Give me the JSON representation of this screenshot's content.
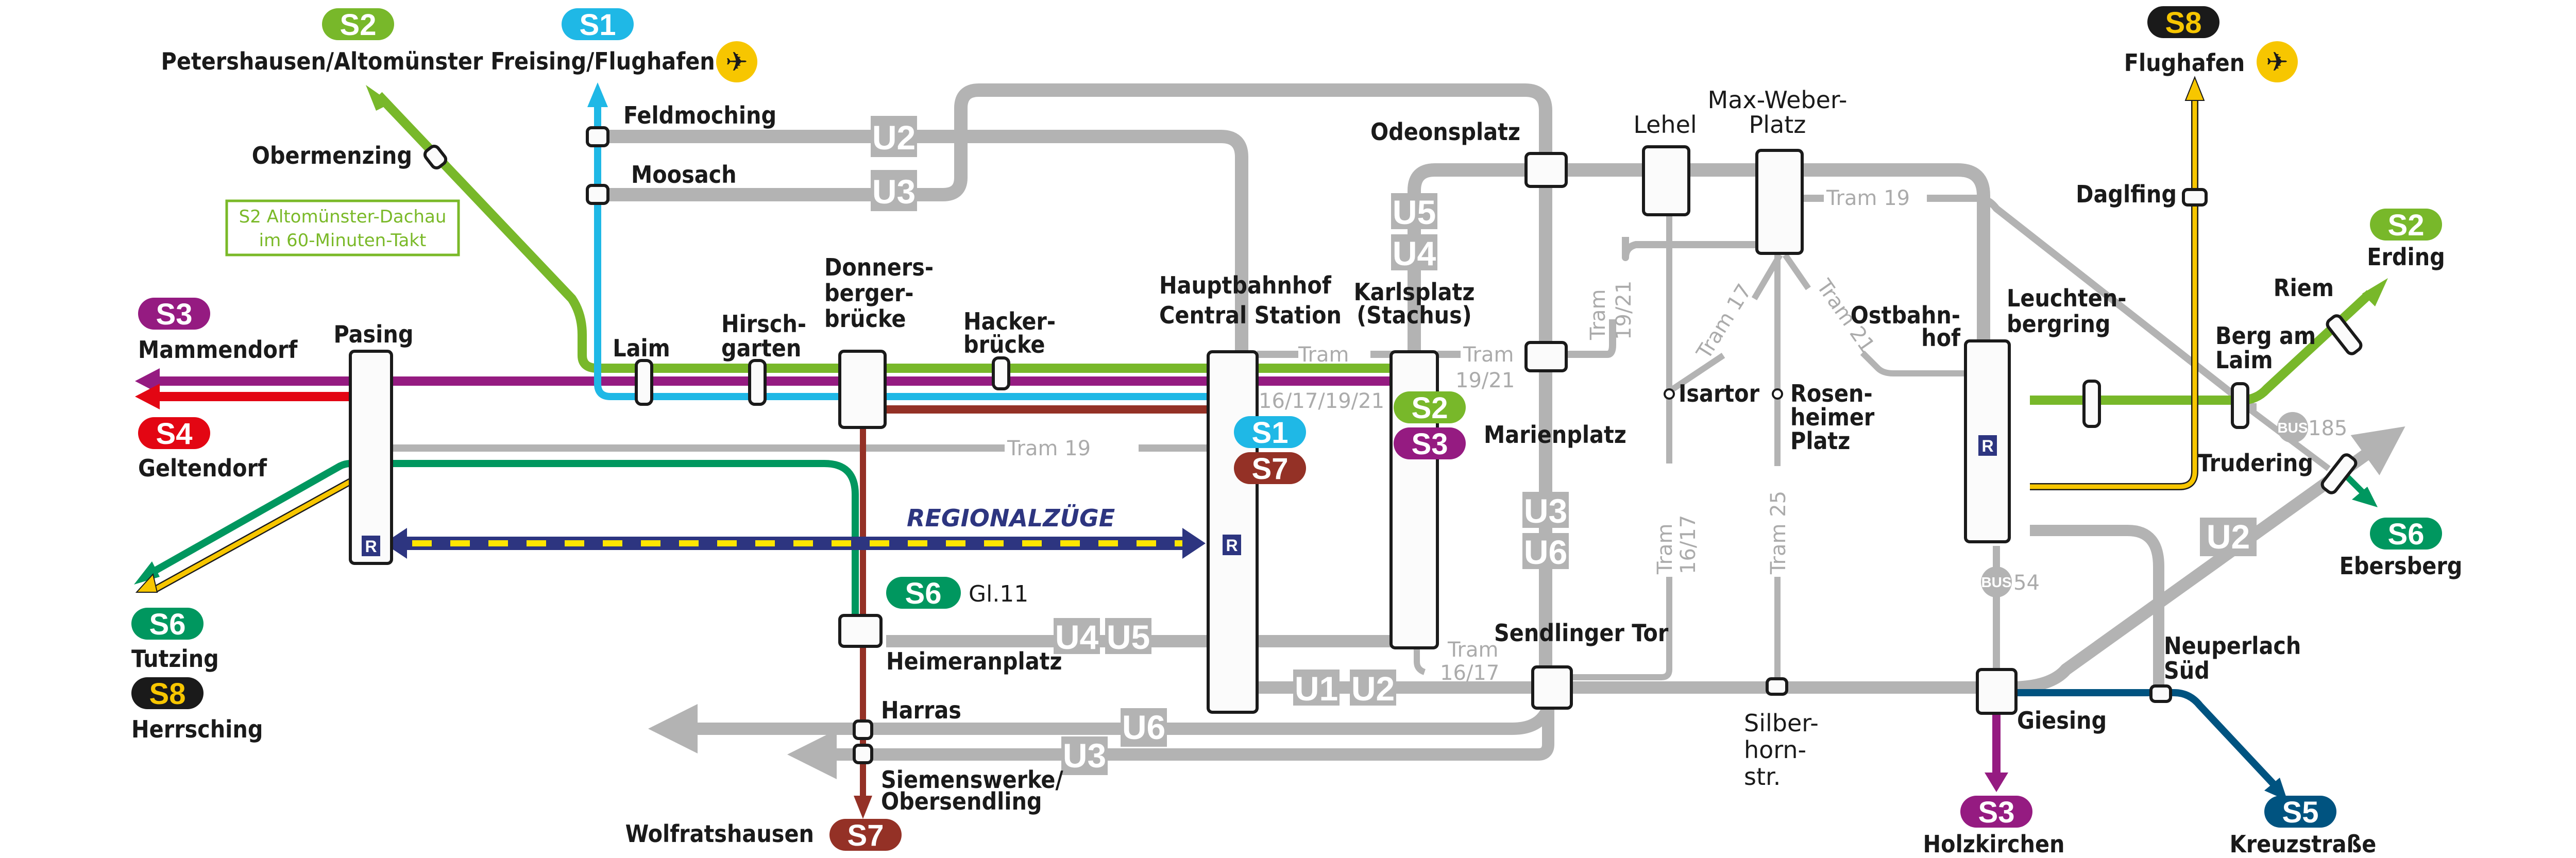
{
  "title": "Munich S-Bahn / U-Bahn schematic network map",
  "colors": {
    "S1": "#1fb8e6",
    "S2": "#78b82a",
    "S3": "#951b81",
    "S4": "#e30613",
    "S5": "#005380",
    "S6": "#00975f",
    "S7": "#943126",
    "S8": "#1a1a1a",
    "S8_text": "#f7c600",
    "ubahn": "#b3b3b3",
    "tram": "#ababab",
    "regional_blue": "#2d3580",
    "regional_yellow": "#ffe500",
    "airport": "#f7c600"
  },
  "terminals": {
    "s2_north": {
      "line": "S2",
      "label": "Petershausen/Altomünster"
    },
    "s1_north": {
      "line": "S1",
      "label": "Freising/Flughafen",
      "icon": "airplane-icon"
    },
    "s8_north": {
      "line": "S8",
      "label": "Flughafen",
      "icon": "airplane-icon"
    },
    "s3_west": {
      "line": "S3",
      "label": "Mammendorf"
    },
    "s4_west": {
      "line": "S4",
      "label": "Geltendorf"
    },
    "s6_west": {
      "line": "S6",
      "label": "Tutzing"
    },
    "s8_west": {
      "line": "S8",
      "label": "Herrsching"
    },
    "s7_south": {
      "line": "S7",
      "label": "Wolfratshausen"
    },
    "s2_east": {
      "line": "S2",
      "label": "Erding"
    },
    "s6_east": {
      "line": "S6",
      "label": "Ebersberg"
    },
    "s3_south": {
      "line": "S3",
      "label": "Holzkirchen"
    },
    "s5_south": {
      "line": "S5",
      "label": "Kreuzstraße"
    }
  },
  "note": {
    "line1": "S2 Altomünster-Dachau",
    "line2": "im 60-Minuten-Takt"
  },
  "stations": {
    "obermenzing": "Obermenzing",
    "feldmoching": "Feldmoching",
    "moosach": "Moosach",
    "pasing": "Pasing",
    "laim": "Laim",
    "hirschgarten": [
      "Hirsch-",
      "garten"
    ],
    "donnersbergerbruecke": [
      "Donners-",
      "berger-",
      "brücke"
    ],
    "hackerbruecke": [
      "Hacker-",
      "brücke"
    ],
    "hauptbahnhof": [
      "Hauptbahnhof",
      "Central Station"
    ],
    "karlsplatz": [
      "Karlsplatz",
      "(Stachus)"
    ],
    "odeonsplatz": "Odeonsplatz",
    "lehel": "Lehel",
    "max_weber_platz": [
      "Max-Weber-",
      "Platz"
    ],
    "marienplatz": "Marienplatz",
    "isartor": "Isartor",
    "rosenheimer_platz": [
      "Rosen-",
      "heimer",
      "Platz"
    ],
    "ostbahnhof": [
      "Ostbahn-",
      "hof"
    ],
    "leuchtenbergring": [
      "Leuchten-",
      "bergring"
    ],
    "daglfing": "Daglfing",
    "berg_am_laim": [
      "Berg am",
      "Laim"
    ],
    "riem": "Riem",
    "trudering": "Trudering",
    "heimeranplatz": "Heimeranplatz",
    "harras": "Harras",
    "siemenswerke": [
      "Siemenswerke/",
      "Obersendling"
    ],
    "sendlinger_tor": "Sendlinger Tor",
    "silberhornstr": [
      "Silber-",
      "horn-",
      "str."
    ],
    "giesing": "Giesing",
    "neuperlach_sued": [
      "Neuperlach",
      "Süd"
    ]
  },
  "badges": {
    "hbf_s1": "S1",
    "hbf_s7": "S7",
    "karlsplatz_s2": "S2",
    "marienplatz_s3": "S3",
    "heimeranplatz_s6": "S6",
    "heimeranplatz_track": "Gl.11",
    "regional_label": "REGIONALZÜGE",
    "regional_r": "R"
  },
  "ubahn_lines": {
    "u2_north": "U2",
    "u3_north": "U3",
    "u5_karlsplatz": "U5",
    "u4_karlsplatz": "U4",
    "u3_sendlinger": "U3",
    "u6_sendlinger": "U6",
    "u4_heimeranplatz": "U4",
    "u5_heimeranplatz": "U5",
    "u1_south": "U1",
    "u2_south": "U2",
    "u6_south": "U6",
    "u3_south": "U3",
    "u2_east": "U2"
  },
  "tram_labels": {
    "hbf_karlsplatz_a": "Tram",
    "hbf_karlsplatz_b": "16/17/19/21",
    "karlsplatz_east_a": "Tram",
    "karlsplatz_east_b": "19/21",
    "marienplatz_north_a": "Tram",
    "marienplatz_north_b": "19/21",
    "tram19_west": "Tram 19",
    "tram19_east": "Tram 19",
    "tram17": "Tram 17",
    "tram21": "Tram 21",
    "tram25": "Tram 25",
    "isartor_south_a": "Tram",
    "isartor_south_b": "16/17",
    "karlsplatz_south_a": "Tram",
    "karlsplatz_south_b": "16/17"
  },
  "bus": {
    "label": "BUS",
    "route_54": "54",
    "route_185": "185"
  }
}
